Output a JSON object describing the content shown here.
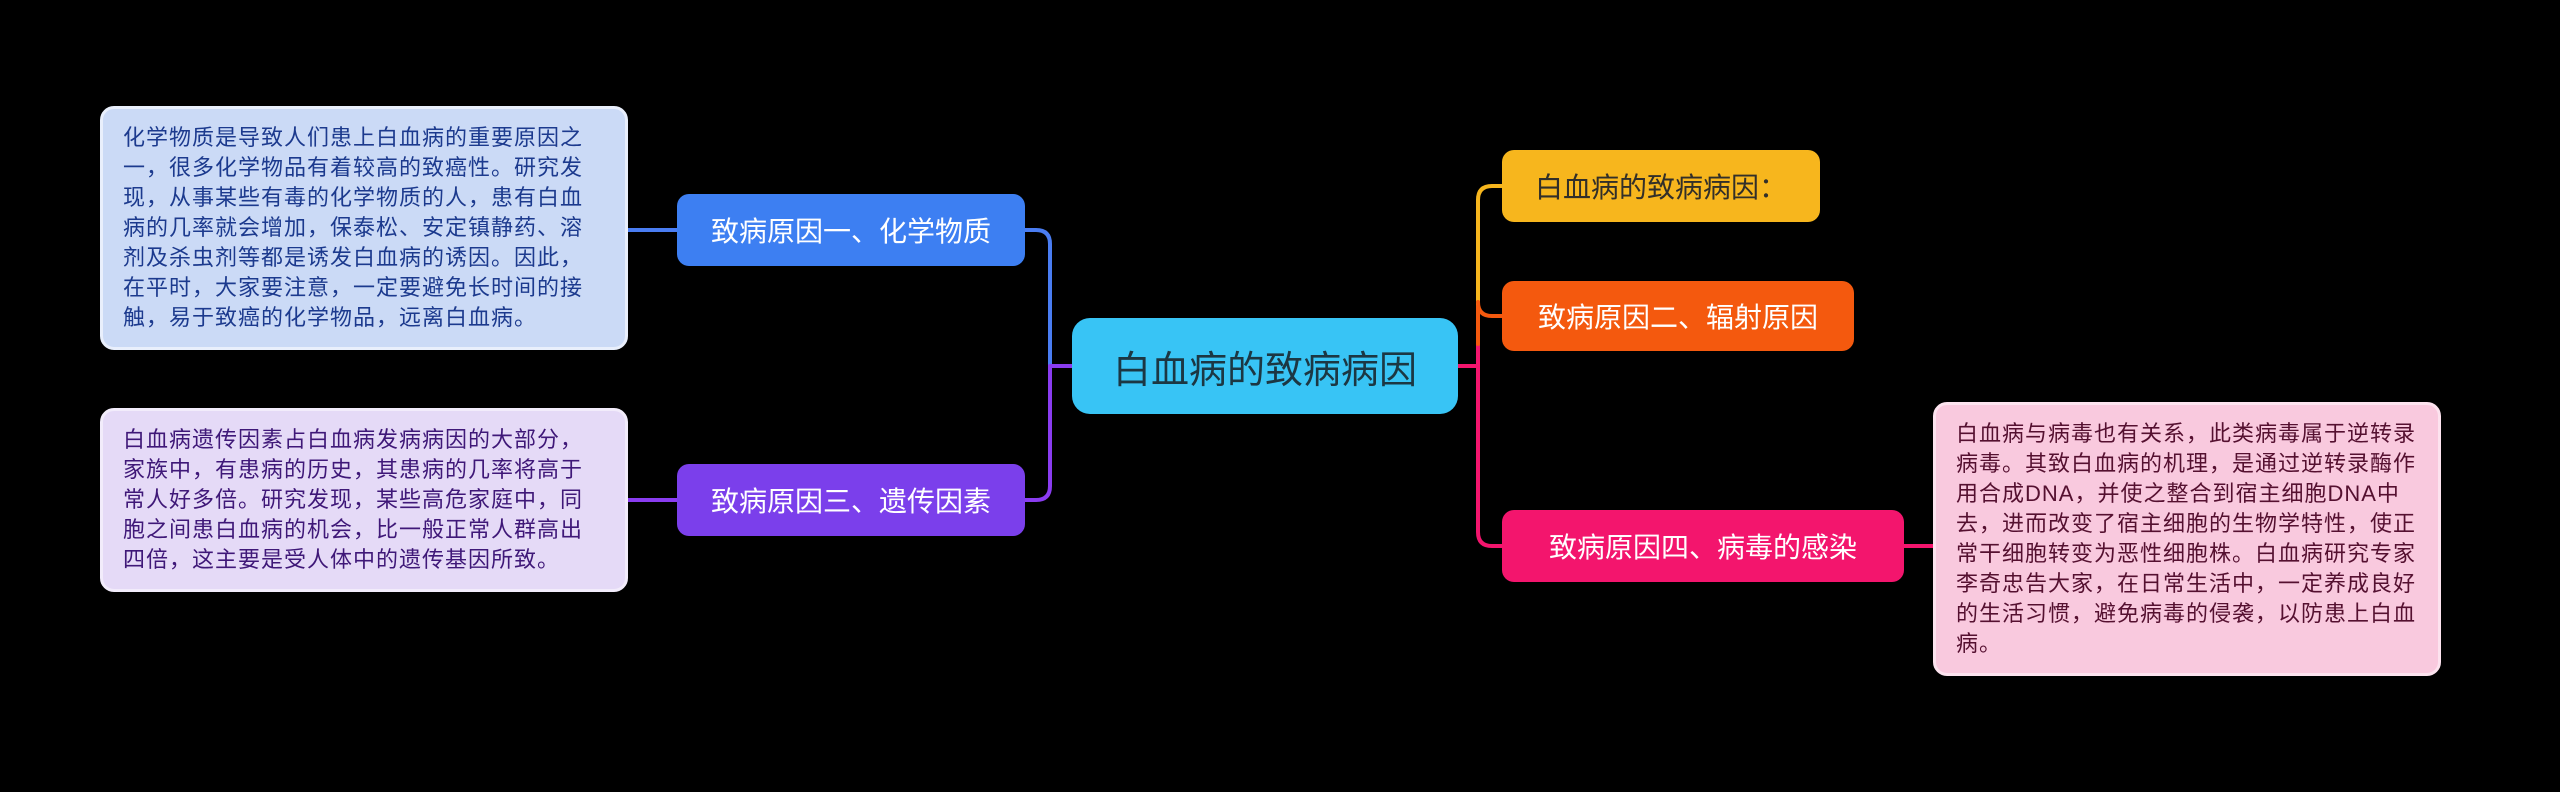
{
  "diagram": {
    "type": "mindmap",
    "background": "#000000",
    "title": "白血病的致病病因"
  },
  "colors": {
    "blue_line": "#4a7df2",
    "purple_line": "#8a3cf0",
    "yellow_line": "#f7b61d",
    "orange_line": "#f4590e",
    "pink_line": "#f3156d"
  },
  "center_node": {
    "label": "白血病的致病病因",
    "bg": "#38c4f5",
    "fg": "#1c3743"
  },
  "left_branch": {
    "chemical": {
      "node_label": "致病原因一、化学物质",
      "node_bg": "#3d7ff2",
      "node_fg": "#ffffff",
      "note_text": "化学物质是导致人们患上白血病的重要原因之一，很多化学物品有着较高的致癌性。研究发现，从事某些有毒的化学物质的人，患有白血病的几率就会增加，保泰松、安定镇静药、溶剂及杀虫剂等都是诱发白血病的诱因。因此，在平时，大家要注意，一定要避免长时间的接触，易于致癌的化学物品，远离白血病。",
      "note_bg": "#cbdaf6",
      "note_border": "#e9effc",
      "note_fg": "#1c3a8e"
    },
    "genetic": {
      "node_label": "致病原因三、遗传因素",
      "node_bg": "#7b3feb",
      "node_fg": "#ffffff",
      "note_text": "白血病遗传因素占白血病发病病因的大部分，家族中，有患病的历史，其患病的几率将高于常人好多倍。研究发现，某些高危家庭中，同胞之间患白血病的机会，比一般正常人群高出四倍，这主要是受人体中的遗传基因所致。",
      "note_bg": "#e5daf7",
      "note_border": "#f2ecfb",
      "note_fg": "#3f1878"
    }
  },
  "right_branch": {
    "topic": {
      "node_label": "白血病的致病病因：",
      "node_bg": "#f7b61d",
      "node_fg": "#322f29"
    },
    "radiation": {
      "node_label": "致病原因二、辐射原因",
      "node_bg": "#f4590e",
      "node_fg": "#ffffff"
    },
    "virus": {
      "node_label": "致病原因四、病毒的感染",
      "node_bg": "#f3156d",
      "node_fg": "#ffffff",
      "note_text": "白血病与病毒也有关系，此类病毒属于逆转录病毒。其致白血病的机理，是通过逆转录酶作用合成DNA，并使之整合到宿主细胞DNA中去，进而改变了宿主细胞的生物学特性，使正常干细胞转变为恶性细胞株。白血病研究专家李奇忠告大家，在日常生活中，一定养成良好的生活习惯，避免病毒的侵袭，以防患上白血病。",
      "note_bg": "#f9c9de",
      "note_border": "#fde3ef",
      "note_fg": "#551030"
    }
  }
}
